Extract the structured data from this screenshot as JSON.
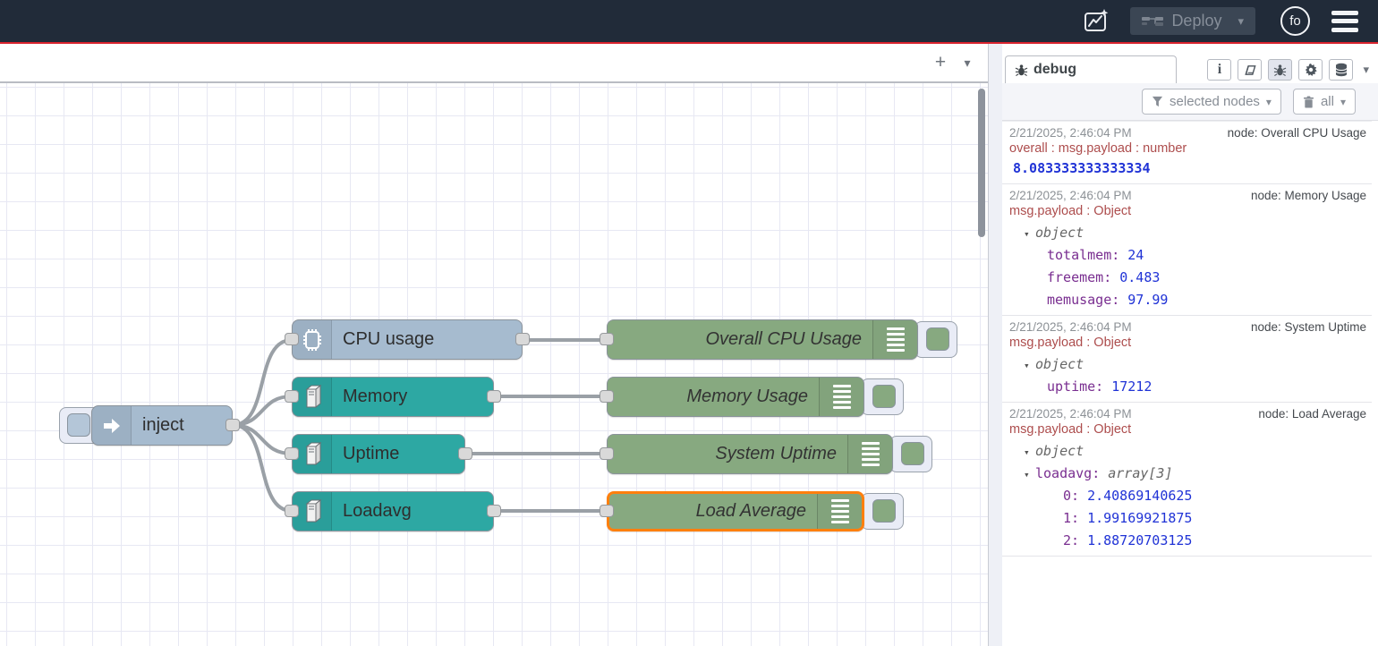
{
  "header": {
    "deploy_label": "Deploy",
    "avatar_initials": "fo"
  },
  "icons": {
    "plus": "+",
    "caret_down": "▾",
    "tree_caret": "▾"
  },
  "colors": {
    "header_bg": "#212b39",
    "header_accent_line": "#d9232e",
    "node_inject_blue": "#a6bbcf",
    "node_os_teal": "#2da8a3",
    "node_debug_green": "#87a980",
    "selection_orange": "#ff7f0e",
    "debug_key_purple": "#792e90",
    "debug_number_blue": "#2033d6",
    "debug_path_red": "#ad4d4d"
  },
  "canvas": {
    "nodes": {
      "inject": {
        "label": "inject"
      },
      "cpu": {
        "label": "CPU usage"
      },
      "memory": {
        "label": "Memory"
      },
      "uptime": {
        "label": "Uptime"
      },
      "loadavg": {
        "label": "Loadavg"
      },
      "debug_cpu": {
        "label": "Overall CPU Usage"
      },
      "debug_memory": {
        "label": "Memory Usage"
      },
      "debug_uptime": {
        "label": "System Uptime"
      },
      "debug_loadavg": {
        "label": "Load Average"
      }
    }
  },
  "sidebar": {
    "tab_label": "debug",
    "filter_button": "selected nodes",
    "clear_button": "all",
    "messages": [
      {
        "timestamp": "2/21/2025, 2:46:04 PM",
        "source": "node: Overall CPU Usage",
        "path": "overall : msg.payload : number",
        "value": "8.083333333333334"
      },
      {
        "timestamp": "2/21/2025, 2:46:04 PM",
        "source": "node: Memory Usage",
        "path": "msg.payload : Object",
        "object_label": "object",
        "rows": [
          {
            "key": "totalmem:",
            "value": "24"
          },
          {
            "key": "freemem:",
            "value": "0.483"
          },
          {
            "key": "memusage:",
            "value": "97.99"
          }
        ]
      },
      {
        "timestamp": "2/21/2025, 2:46:04 PM",
        "source": "node: System Uptime",
        "path": "msg.payload : Object",
        "object_label": "object",
        "rows": [
          {
            "key": "uptime:",
            "value": "17212"
          }
        ]
      },
      {
        "timestamp": "2/21/2025, 2:46:04 PM",
        "source": "node: Load Average",
        "path": "msg.payload : Object",
        "object_label": "object",
        "array_key": "loadavg:",
        "array_label": "array[3]",
        "rows": [
          {
            "key": "0:",
            "value": "2.40869140625"
          },
          {
            "key": "1:",
            "value": "1.99169921875"
          },
          {
            "key": "2:",
            "value": "1.88720703125"
          }
        ]
      }
    ]
  }
}
